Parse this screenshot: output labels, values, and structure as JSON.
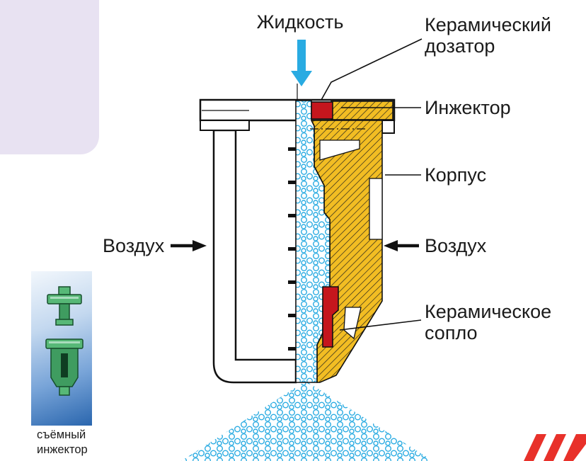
{
  "figure": {
    "title_top": "Жидкость",
    "callouts": {
      "ceramic_doser_line1": "Керамический",
      "ceramic_doser_line2": "дозатор",
      "injector": "Инжектор",
      "body": "Корпус",
      "air_right": "Воздух",
      "air_left": "Воздух",
      "ceramic_nozzle_line1": "Керамическое",
      "ceramic_nozzle_line2": "сопло"
    },
    "caption_line1": "съёмный",
    "caption_line2": "инжектор",
    "colors": {
      "liquid_blue": "#29abe2",
      "ceramic_red": "#c5161d",
      "body_yellow": "#f2bd23",
      "outline_black": "#111111",
      "accent_logo_red": "#e8312a",
      "panel_blue": "#2a66ae",
      "part_green": "#57b877",
      "lavender": "#e8e2f2"
    }
  }
}
